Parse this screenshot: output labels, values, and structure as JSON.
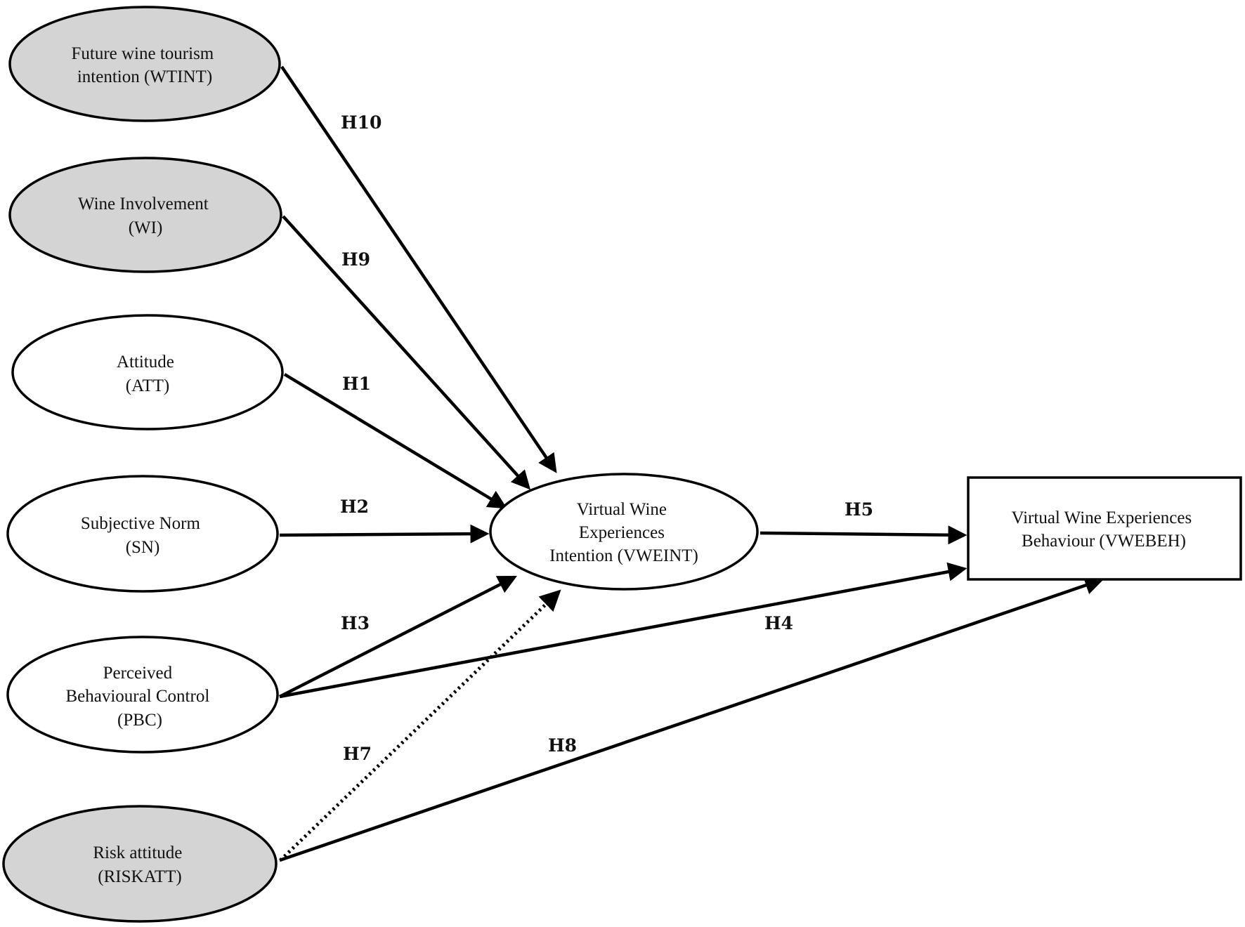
{
  "colors": {
    "control_fill": "#d4d4d4",
    "core_fill": "#ffffff",
    "stroke": "#000000"
  },
  "nodes": {
    "wtint": {
      "lines": [
        "Future wine tourism",
        "intention (WTINT)"
      ],
      "kind": "control"
    },
    "wi": {
      "lines": [
        "Wine Involvement",
        "(WI)"
      ],
      "kind": "control"
    },
    "att": {
      "lines": [
        "Attitude",
        "(ATT)"
      ],
      "kind": "core"
    },
    "sn": {
      "lines": [
        "Subjective Norm",
        "(SN)"
      ],
      "kind": "core"
    },
    "pbc": {
      "lines": [
        "Perceived",
        "Behavioural Control",
        "(PBC)"
      ],
      "kind": "core"
    },
    "riskatt": {
      "lines": [
        "Risk attitude",
        "(RISKATT)"
      ],
      "kind": "control"
    },
    "vweint": {
      "lines": [
        "Virtual Wine",
        "Experiences",
        "Intention (VWEINT)"
      ],
      "kind": "core"
    },
    "vwebeh": {
      "lines": [
        "Virtual Wine Experiences",
        "Behaviour (VWEBEH)"
      ],
      "kind": "outcome"
    }
  },
  "hypotheses": [
    {
      "id": "h10",
      "label": "H10",
      "from": "wtint",
      "to": "vweint",
      "style": "solid"
    },
    {
      "id": "h9",
      "label": "H9",
      "from": "wi",
      "to": "vweint",
      "style": "solid"
    },
    {
      "id": "h1",
      "label": "H1",
      "from": "att",
      "to": "vweint",
      "style": "solid"
    },
    {
      "id": "h2",
      "label": "H2",
      "from": "sn",
      "to": "vweint",
      "style": "solid"
    },
    {
      "id": "h3",
      "label": "H3",
      "from": "pbc",
      "to": "vweint",
      "style": "solid"
    },
    {
      "id": "h4",
      "label": "H4",
      "from": "pbc",
      "to": "vwebeh",
      "style": "solid"
    },
    {
      "id": "h5",
      "label": "H5",
      "from": "vweint",
      "to": "vwebeh",
      "style": "solid"
    },
    {
      "id": "h7",
      "label": "H7",
      "from": "riskatt",
      "to": "vweint",
      "style": "dotted"
    },
    {
      "id": "h8",
      "label": "H8",
      "from": "riskatt",
      "to": "vwebeh",
      "style": "solid"
    }
  ]
}
